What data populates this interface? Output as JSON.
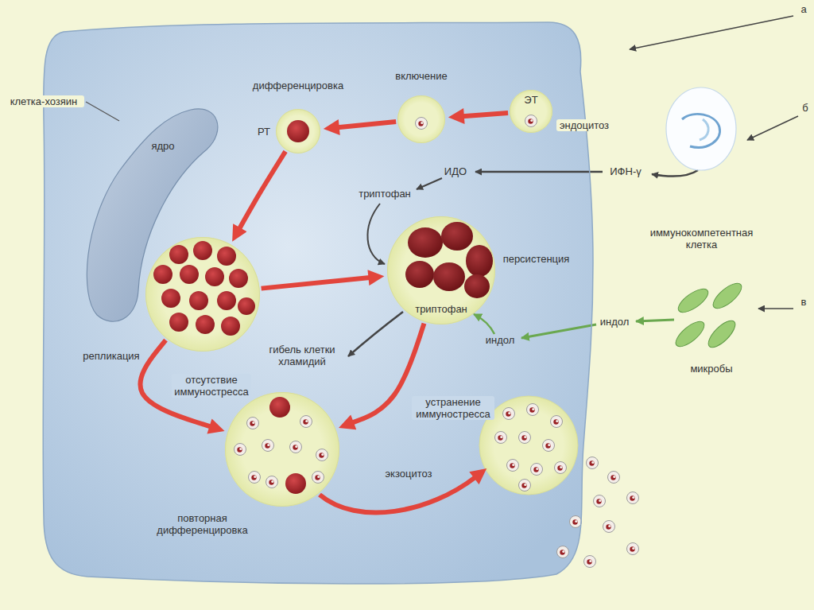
{
  "diagram": {
    "nodes": [
      {
        "text": [
          "клетка-хозяин"
        ]
      },
      {
        "text": [
          "ядро"
        ],
        "in": 0
      },
      {
        "text": [
          "ЭТ",
          "эндоцитоз"
        ],
        "in": 0
      },
      {
        "text": [
          "включение"
        ],
        "in": 0
      },
      {
        "text": [
          "дифференцировка",
          "РТ"
        ],
        "in": 0
      },
      {
        "text": [
          "репликация"
        ],
        "in": 0
      },
      {
        "text": [
          "персистенция",
          "триптофан"
        ],
        "in": 0
      },
      {
        "text": [
          "повторная дифференцировка"
        ],
        "in": 0
      },
      {
        "text": [
          "иммунокомпетентная клетка"
        ]
      },
      {
        "text": [
          "микробы"
        ]
      }
    ],
    "edges": [
      {
        "from": 2,
        "to": 3,
        "arrow": "to"
      },
      {
        "from": 3,
        "to": 4,
        "arrow": "to"
      },
      {
        "from": 4,
        "to": 5,
        "arrow": "to"
      },
      {
        "from": 5,
        "to": 6,
        "arrow": "to"
      },
      {
        "from": 5,
        "to": 7,
        "arrow": "to",
        "label": "отсутствие иммуностресса"
      },
      {
        "from": 6,
        "to": 7,
        "arrow": "to",
        "label": "устранение иммуностресса"
      }
    ],
    "labels": [
      "ИДО",
      "ИФН-γ",
      "триптофан",
      "индол",
      "индол",
      "гибель клетки хламидий",
      "экзоцитоз",
      "а",
      "б",
      "в"
    ]
  }
}
